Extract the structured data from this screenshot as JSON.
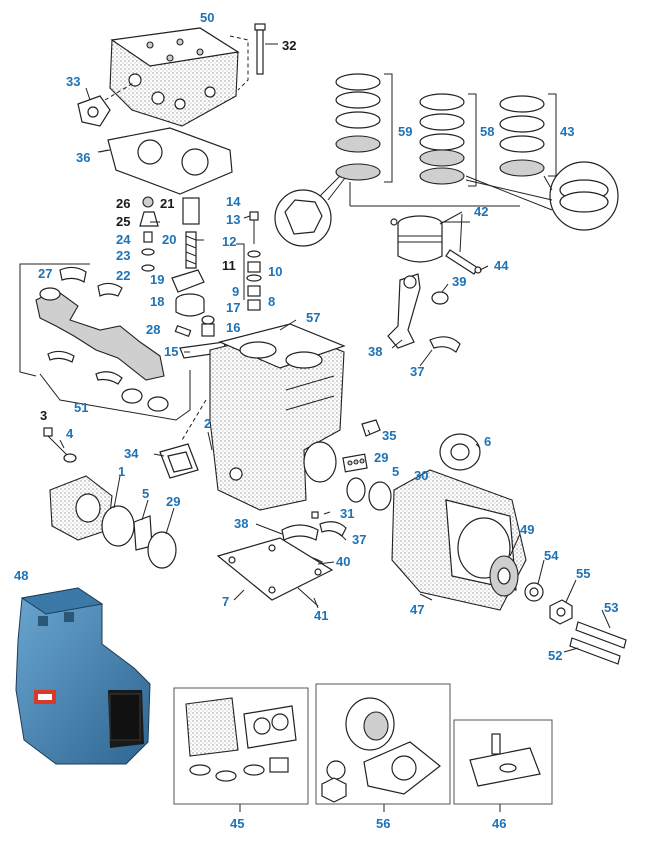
{
  "callouts": [
    {
      "id": "c50",
      "text": "50",
      "color": "blue"
    },
    {
      "id": "c32",
      "text": "32",
      "color": "black"
    },
    {
      "id": "c33",
      "text": "33",
      "color": "blue"
    },
    {
      "id": "c36",
      "text": "36",
      "color": "blue"
    },
    {
      "id": "c59",
      "text": "59",
      "color": "blue"
    },
    {
      "id": "c58",
      "text": "58",
      "color": "blue"
    },
    {
      "id": "c43",
      "text": "43",
      "color": "blue"
    },
    {
      "id": "c26",
      "text": "26",
      "color": "black"
    },
    {
      "id": "c21",
      "text": "21",
      "color": "black"
    },
    {
      "id": "c25",
      "text": "25",
      "color": "black"
    },
    {
      "id": "c24",
      "text": "24",
      "color": "blue"
    },
    {
      "id": "c23",
      "text": "23",
      "color": "blue"
    },
    {
      "id": "c22",
      "text": "22",
      "color": "blue"
    },
    {
      "id": "c20",
      "text": "20",
      "color": "blue"
    },
    {
      "id": "c14",
      "text": "14",
      "color": "blue"
    },
    {
      "id": "c13",
      "text": "13",
      "color": "blue"
    },
    {
      "id": "c12",
      "text": "12",
      "color": "blue"
    },
    {
      "id": "c11",
      "text": "11",
      "color": "black"
    },
    {
      "id": "c10",
      "text": "10",
      "color": "blue"
    },
    {
      "id": "c9",
      "text": "9",
      "color": "blue"
    },
    {
      "id": "c8",
      "text": "8",
      "color": "blue"
    },
    {
      "id": "c42",
      "text": "42",
      "color": "blue"
    },
    {
      "id": "c44",
      "text": "44",
      "color": "blue"
    },
    {
      "id": "c39",
      "text": "39",
      "color": "blue"
    },
    {
      "id": "c27",
      "text": "27",
      "color": "blue"
    },
    {
      "id": "c19",
      "text": "19",
      "color": "blue"
    },
    {
      "id": "c18",
      "text": "18",
      "color": "blue"
    },
    {
      "id": "c17",
      "text": "17",
      "color": "blue"
    },
    {
      "id": "c16",
      "text": "16",
      "color": "blue"
    },
    {
      "id": "c28",
      "text": "28",
      "color": "blue"
    },
    {
      "id": "c57",
      "text": "57",
      "color": "blue"
    },
    {
      "id": "c15",
      "text": "15",
      "color": "blue"
    },
    {
      "id": "c38a",
      "text": "38",
      "color": "blue"
    },
    {
      "id": "c37a",
      "text": "37",
      "color": "blue"
    },
    {
      "id": "c51",
      "text": "51",
      "color": "blue"
    },
    {
      "id": "c3",
      "text": "3",
      "color": "black"
    },
    {
      "id": "c4",
      "text": "4",
      "color": "blue"
    },
    {
      "id": "c2",
      "text": "2",
      "color": "blue"
    },
    {
      "id": "c34",
      "text": "34",
      "color": "blue"
    },
    {
      "id": "c35",
      "text": "35",
      "color": "blue"
    },
    {
      "id": "c6",
      "text": "6",
      "color": "blue"
    },
    {
      "id": "c29a",
      "text": "29",
      "color": "blue"
    },
    {
      "id": "c5a",
      "text": "5",
      "color": "blue"
    },
    {
      "id": "c30",
      "text": "30",
      "color": "blue"
    },
    {
      "id": "c1",
      "text": "1",
      "color": "blue"
    },
    {
      "id": "c5b",
      "text": "5",
      "color": "blue"
    },
    {
      "id": "c29b",
      "text": "29",
      "color": "blue"
    },
    {
      "id": "c31",
      "text": "31",
      "color": "blue"
    },
    {
      "id": "c38b",
      "text": "38",
      "color": "blue"
    },
    {
      "id": "c37b",
      "text": "37",
      "color": "blue"
    },
    {
      "id": "c40",
      "text": "40",
      "color": "blue"
    },
    {
      "id": "c49",
      "text": "49",
      "color": "blue"
    },
    {
      "id": "c54",
      "text": "54",
      "color": "blue"
    },
    {
      "id": "c55",
      "text": "55",
      "color": "blue"
    },
    {
      "id": "c53",
      "text": "53",
      "color": "blue"
    },
    {
      "id": "c48",
      "text": "48",
      "color": "blue"
    },
    {
      "id": "c7",
      "text": "7",
      "color": "blue"
    },
    {
      "id": "c41",
      "text": "41",
      "color": "blue"
    },
    {
      "id": "c47",
      "text": "47",
      "color": "blue"
    },
    {
      "id": "c52",
      "text": "52",
      "color": "blue"
    },
    {
      "id": "c45",
      "text": "45",
      "color": "blue"
    },
    {
      "id": "c56",
      "text": "56",
      "color": "blue"
    },
    {
      "id": "c46",
      "text": "46",
      "color": "blue"
    }
  ],
  "colors": {
    "callout_blue": "#1e73b7",
    "callout_black": "#1a1a1a",
    "compressor_body": "#4f8fbf",
    "compressor_dark": "#2d5f86",
    "line": "#222222"
  },
  "icons": [
    "compressor-photo",
    "exploded-diagram"
  ]
}
